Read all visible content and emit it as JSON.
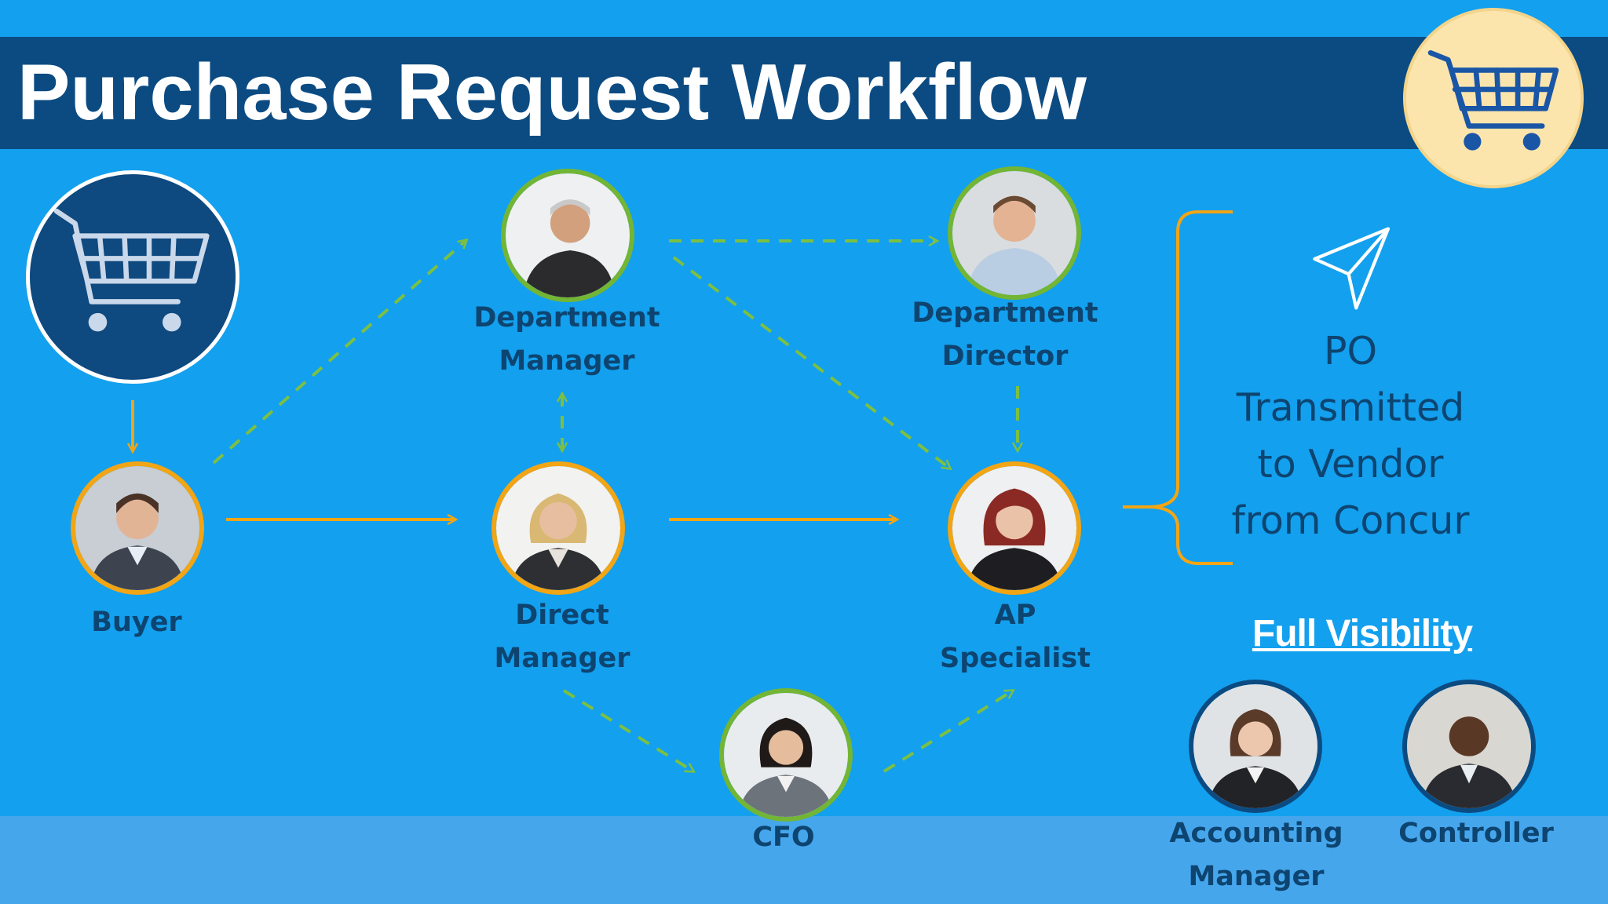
{
  "title": "Purchase Request Workflow",
  "colors": {
    "background": "#13a0ee",
    "title_bar": "#0c4b82",
    "solid_arrow": "#f2a515",
    "dashed_arrow": "#7cc043",
    "label_text": "#0d4470",
    "cart_badge": "#fbe5ad"
  },
  "icons": [
    "shopping-cart-icon",
    "paper-plane-icon"
  ],
  "nodes": {
    "buyer": {
      "lines": [
        "Buyer"
      ],
      "ring": "orange"
    },
    "department_manager": {
      "lines": [
        "Department",
        "Manager"
      ],
      "ring": "green"
    },
    "department_director": {
      "lines": [
        "Department",
        "Director"
      ],
      "ring": "green"
    },
    "direct_manager": {
      "lines": [
        "Direct",
        "Manager"
      ],
      "ring": "orange"
    },
    "ap_specialist": {
      "lines": [
        "AP",
        "Specialist"
      ],
      "ring": "orange"
    },
    "cfo": {
      "lines": [
        "CFO"
      ],
      "ring": "green"
    },
    "accounting_manager": {
      "lines": [
        "Accounting",
        "Manager"
      ],
      "ring": "navy"
    },
    "controller": {
      "lines": [
        "Controller"
      ],
      "ring": "navy"
    }
  },
  "outcome": {
    "lines": [
      "PO",
      "Transmitted",
      "to Vendor",
      "from Concur"
    ]
  },
  "visibility_heading": "Full Visibility",
  "edges": [
    {
      "from": "cart",
      "to": "buyer",
      "style": "solid"
    },
    {
      "from": "buyer",
      "to": "direct_manager",
      "style": "solid"
    },
    {
      "from": "direct_manager",
      "to": "ap_specialist",
      "style": "solid"
    },
    {
      "from": "buyer",
      "to": "department_manager",
      "style": "dashed"
    },
    {
      "from": "department_manager",
      "to": "department_director",
      "style": "dashed"
    },
    {
      "from": "department_manager",
      "to": "ap_specialist",
      "style": "dashed"
    },
    {
      "from": "department_manager",
      "to": "direct_manager",
      "style": "dashed-bidirectional"
    },
    {
      "from": "department_director",
      "to": "ap_specialist",
      "style": "dashed"
    },
    {
      "from": "direct_manager",
      "to": "cfo",
      "style": "dashed"
    },
    {
      "from": "cfo",
      "to": "ap_specialist",
      "style": "dashed"
    },
    {
      "from": "ap_specialist",
      "to": "outcome",
      "style": "brace"
    }
  ]
}
